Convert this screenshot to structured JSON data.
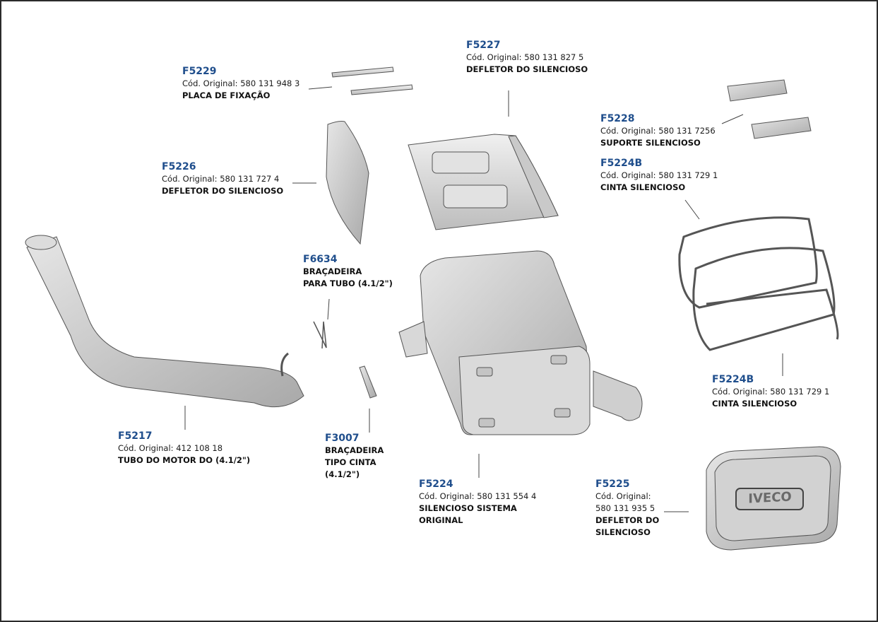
{
  "parts": [
    {
      "id": "f5229",
      "code": "F5229",
      "orig": "Cód. Original: 580 131 948 3",
      "name": [
        "PLACA DE FIXAÇÃO"
      ]
    },
    {
      "id": "f5227",
      "code": "F5227",
      "orig": "Cód. Original: 580 131 827 5",
      "name": [
        "DEFLETOR DO SILENCIOSO"
      ]
    },
    {
      "id": "f5228",
      "code": "F5228",
      "orig": "Cód. Original: 580 131 7256",
      "name": [
        "SUPORTE SILENCIOSO"
      ]
    },
    {
      "id": "f5224b-top",
      "code": "F5224B",
      "orig": "Cód. Original: 580 131 729 1",
      "name": [
        "CINTA SILENCIOSO"
      ]
    },
    {
      "id": "f5226",
      "code": "F5226",
      "orig": "Cód. Original: 580 131 727 4",
      "name": [
        "DEFLETOR DO SILENCIOSO"
      ]
    },
    {
      "id": "f6634",
      "code": "F6634",
      "orig": "",
      "name": [
        "BRAÇADEIRA",
        "PARA TUBO (4.1/2\")"
      ]
    },
    {
      "id": "f5224b-bottom",
      "code": "F5224B",
      "orig": "Cód. Original: 580 131 729 1",
      "name": [
        "CINTA SILENCIOSO"
      ]
    },
    {
      "id": "f5217",
      "code": "F5217",
      "orig": "Cód. Original: 412 108 18",
      "name": [
        "TUBO DO MOTOR DO (4.1/2\")"
      ]
    },
    {
      "id": "f3007",
      "code": "F3007",
      "orig": "",
      "name": [
        "BRAÇADEIRA",
        "TIPO CINTA",
        "(4.1/2\")"
      ]
    },
    {
      "id": "f5224",
      "code": "F5224",
      "orig": "Cód. Original: 580 131 554 4",
      "name": [
        "SILENCIOSO SISTEMA",
        "ORIGINAL"
      ]
    },
    {
      "id": "f5225",
      "code": "F5225",
      "orig": "Cód. Original:",
      "orig2": "580 131 935 5",
      "name": [
        "DEFLETOR DO",
        "SILENCIOSO"
      ]
    }
  ],
  "logo_text": "IVECO"
}
